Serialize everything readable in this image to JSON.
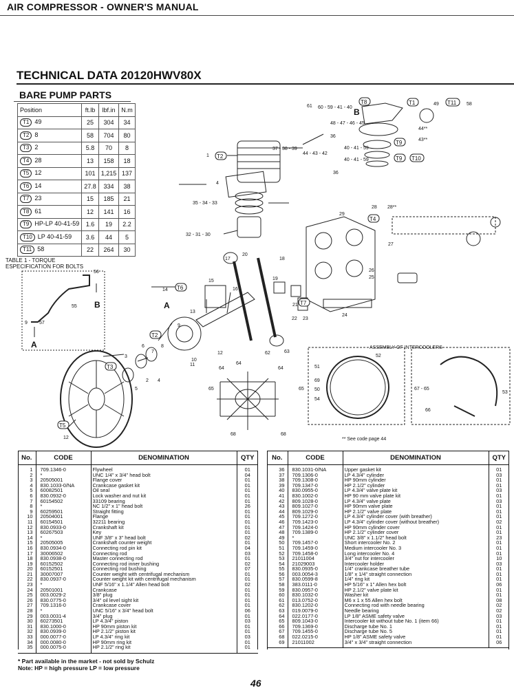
{
  "header": {
    "title": "AIR COMPRESSOR - OWNER'S MANUAL"
  },
  "section": {
    "title": "TECHNICAL DATA 20120HWV80X",
    "subtitle": "BARE PUMP PARTS"
  },
  "torque_table": {
    "headers": [
      "Position",
      "ft.lb",
      "lbf.in",
      "N.m"
    ],
    "rows": [
      {
        "badge": "T1",
        "label": "49",
        "ft": "25",
        "lbf": "304",
        "nm": "34"
      },
      {
        "badge": "T2",
        "label": "8",
        "ft": "58",
        "lbf": "704",
        "nm": "80"
      },
      {
        "badge": "T3",
        "label": "2",
        "ft": "5.8",
        "lbf": "70",
        "nm": "8"
      },
      {
        "badge": "T4",
        "label": "28",
        "ft": "13",
        "lbf": "158",
        "nm": "18"
      },
      {
        "badge": "T5",
        "label": "12",
        "ft": "101",
        "lbf": "1,215",
        "nm": "137"
      },
      {
        "badge": "T6",
        "label": "14",
        "ft": "27.8",
        "lbf": "334",
        "nm": "38"
      },
      {
        "badge": "T7",
        "label": "23",
        "ft": "15",
        "lbf": "185",
        "nm": "21"
      },
      {
        "badge": "T8",
        "label": "61",
        "ft": "12",
        "lbf": "141",
        "nm": "16"
      },
      {
        "badge": "T9",
        "label": "HP-LP 40-41-59",
        "ft": "1.6",
        "lbf": "19",
        "nm": "2.2"
      },
      {
        "badge": "T10",
        "label": "LP 40-41-59",
        "ft": "3.6",
        "lbf": "44",
        "nm": "5"
      },
      {
        "badge": "T11",
        "label": "58",
        "ft": "22",
        "lbf": "264",
        "nm": "30"
      }
    ],
    "caption_line1": "TABLE 1 - TORQUE",
    "caption_line2": "ESPECIFICATION FOR BOLTS"
  },
  "diagram": {
    "assembly_title": "ASSEMBLY OF INTERCOOLERS",
    "see_code": "** See code page 44",
    "letter_a": "A",
    "letter_b": "B",
    "callouts": {
      "c1": "1",
      "c2": "2",
      "c3": "3",
      "c4": "4",
      "c5": "5",
      "c6": "6",
      "c7": "7",
      "c8": "8",
      "c9": "9",
      "c10": "10",
      "c11": "11",
      "c12": "12",
      "c13": "13",
      "c14": "14",
      "c15": "15",
      "c16": "16",
      "c17": "17",
      "c18": "18",
      "c19": "19",
      "c20": "20",
      "c21": "21",
      "c22": "22",
      "c23": "23",
      "c24": "24",
      "c25": "25",
      "c26": "26",
      "c27": "27",
      "c28": "28",
      "c28s": "28**",
      "c29": "29",
      "c30": "32 - 31 - 30",
      "c35": "35 - 34 - 33",
      "c36a": "36",
      "c36b": "36",
      "c37": "37 - 38 - 39",
      "c40a": "40 - 41 - 59",
      "c40b": "40 - 41 - 59",
      "c44": "44 - 43 - 42",
      "c43s": "43**",
      "c44s": "44**",
      "c48": "48 - 47 - 46 - 45",
      "c60": "60 - 59 - 41 - 40",
      "c61": "61",
      "c49": "49",
      "c58": "58",
      "c51": "51",
      "c52": "52",
      "c53": "53",
      "c54": "54",
      "c55": "55",
      "c56": "56",
      "c57": "57",
      "c62": "62",
      "c63": "63",
      "c64a": "64",
      "c64b": "64",
      "c64c": "64",
      "c65": "65",
      "c66": "66",
      "c67": "67 - 65",
      "c68": "68",
      "c69": "69",
      "c50": "50"
    },
    "tags": {
      "t1": "T1",
      "t2": "T2",
      "t3": "T3",
      "t4": "T4",
      "t5": "T5",
      "t6": "T6",
      "t7": "T7",
      "t8": "T8",
      "t9a": "T9",
      "t9b": "T9",
      "t10": "T10",
      "t11": "T11"
    }
  },
  "parts_headers": {
    "no": "No.",
    "code": "CODE",
    "denomination": "DENOMINATION",
    "qty": "QTY"
  },
  "parts_left": [
    {
      "no": "1",
      "code": "709.1346-0",
      "desc": "Flywheel",
      "qty": "01"
    },
    {
      "no": "2",
      "code": "*",
      "desc": "UNC 1/4\" x 3/4\" head bolt",
      "qty": "04"
    },
    {
      "no": "3",
      "code": "20505001",
      "desc": "Flange cover",
      "qty": "01"
    },
    {
      "no": "4",
      "code": "830.1033-0/NA",
      "desc": "Crankcase gasket kit",
      "qty": "01"
    },
    {
      "no": "5",
      "code": "60082501",
      "desc": "Oil seal",
      "qty": "01"
    },
    {
      "no": "6",
      "code": "830.0932-0",
      "desc": "Lock washer and nut kit",
      "qty": "01"
    },
    {
      "no": "7",
      "code": "60154502",
      "desc": "33109 bearing",
      "qty": "01"
    },
    {
      "no": "8",
      "code": "*",
      "desc": "NC 1/2\" x 1\" head bolt",
      "qty": "26"
    },
    {
      "no": "9",
      "code": "60259501",
      "desc": "Straight fitting",
      "qty": "01"
    },
    {
      "no": "10",
      "code": "20504001",
      "desc": "Flange",
      "qty": "01"
    },
    {
      "no": "11",
      "code": "60154501",
      "desc": "32211 bearing",
      "qty": "01"
    },
    {
      "no": "12",
      "code": "830.0933-0",
      "desc": "Crankshaft kit",
      "qty": "01"
    },
    {
      "no": "13",
      "code": "60267503",
      "desc": "Key",
      "qty": "01"
    },
    {
      "no": "14",
      "code": "*",
      "desc": "UNF 3/8\" x 3\" head bolt",
      "qty": "02"
    },
    {
      "no": "15",
      "code": "20505005",
      "desc": "Crankshaft counter weight",
      "qty": "01"
    },
    {
      "no": "16",
      "code": "830.0934-0",
      "desc": "Connecting rod pin kit",
      "qty": "04"
    },
    {
      "no": "17",
      "code": "30006502",
      "desc": "Connecting rod",
      "qty": "03"
    },
    {
      "no": "18",
      "code": "830.0938-0",
      "desc": "Master connecting rod",
      "qty": "01"
    },
    {
      "no": "19",
      "code": "60152502",
      "desc": "Connecting rod inner bushing",
      "qty": "02"
    },
    {
      "no": "20",
      "code": "60152501",
      "desc": "Connecting rod bushing",
      "qty": "07"
    },
    {
      "no": "21",
      "code": "30007007",
      "desc": "Counter weight with centrifugal mechanism",
      "qty": "01"
    },
    {
      "no": "22",
      "code": "830.0937-0",
      "desc": "Counter weight kit with centrifugal mechanism",
      "qty": "01"
    },
    {
      "no": "23",
      "code": "*",
      "desc": "UNF 5/16\" x 1.1/4\" Allen head bolt",
      "qty": "02"
    },
    {
      "no": "24",
      "code": "20501001",
      "desc": "Crankcase",
      "qty": "01"
    },
    {
      "no": "25",
      "code": "003.0029-2",
      "desc": "3/8\" plug",
      "qty": "01"
    },
    {
      "no": "26",
      "code": "830.0775-0",
      "desc": "3/4\" oil level sight kit",
      "qty": "01"
    },
    {
      "no": "27",
      "code": "709.1316-0",
      "desc": "Crankcase cover",
      "qty": "01"
    },
    {
      "no": "28",
      "code": "*",
      "desc": "UNC 5/16\" x 3/4\" head bolt",
      "qty": "06"
    },
    {
      "no": "29",
      "code": "003.0031-4",
      "desc": "3/4\" plug",
      "qty": "01"
    },
    {
      "no": "30",
      "code": "60273501",
      "desc": "LP 4.3/4\" piston",
      "qty": "03"
    },
    {
      "no": "31",
      "code": "830.1000-0",
      "desc": "HP 90mm piston kit",
      "qty": "01"
    },
    {
      "no": "32",
      "code": "830.0939-0",
      "desc": "HP 2.1/2\" piston kit",
      "qty": "01"
    },
    {
      "no": "33",
      "code": "000.0077-0",
      "desc": "LP 4.3/4\" ring kit",
      "qty": "03"
    },
    {
      "no": "34",
      "code": "000.0080-0",
      "desc": "HP 90mm ring kit",
      "qty": "01"
    },
    {
      "no": "35",
      "code": "000.0075-0",
      "desc": "HP 2.1/2\" ring kit",
      "qty": "01"
    }
  ],
  "parts_right": [
    {
      "no": "36",
      "code": "830.1031-0/NA",
      "desc": "Upper gasket kit",
      "qty": "01"
    },
    {
      "no": "37",
      "code": "709.1306-0",
      "desc": "LP 4.3/4\" cylinder",
      "qty": "03"
    },
    {
      "no": "38",
      "code": "709.1308-0",
      "desc": "HP 90mm cylinder",
      "qty": "01"
    },
    {
      "no": "39",
      "code": "709.1347-0",
      "desc": "HP 2.1/2\" cylinder",
      "qty": "01"
    },
    {
      "no": "40",
      "code": "830.0955-0",
      "desc": "LP 4.3/4\" valve plate kit",
      "qty": "03"
    },
    {
      "no": "41",
      "code": "830.1002-0",
      "desc": "HP 90 mm valve plate kit",
      "qty": "01"
    },
    {
      "no": "42",
      "code": "809.1028-0",
      "desc": "LP 4.3/4\" valve plate",
      "qty": "03"
    },
    {
      "no": "43",
      "code": "809.1027-0",
      "desc": "HP 90mm valve plate",
      "qty": "01"
    },
    {
      "no": "44",
      "code": "809.1029-0",
      "desc": "HP 2.1/2\" valve plate",
      "qty": "01"
    },
    {
      "no": "45",
      "code": "709.1272-0",
      "desc": "LP 4.3/4\" cylinder cover (with breather)",
      "qty": "01"
    },
    {
      "no": "46",
      "code": "709.1423-0",
      "desc": "LP 4.3/4\" cylinder cover (without breather)",
      "qty": "02"
    },
    {
      "no": "47",
      "code": "709.1424-0",
      "desc": "HP 90mm cylinder cover",
      "qty": "01"
    },
    {
      "no": "48",
      "code": "709.1389-0",
      "desc": "HP 2.1/2\" cylinder cover",
      "qty": "01"
    },
    {
      "no": "49",
      "code": "*",
      "desc": "UNC 3/8\" x 1.1/2\" head bolt",
      "qty": "23"
    },
    {
      "no": "50",
      "code": "709.1457-0",
      "desc": "Short intercooler No. 2",
      "qty": "01"
    },
    {
      "no": "51",
      "code": "709.1459-0",
      "desc": "Medium intercooler No. 3",
      "qty": "01"
    },
    {
      "no": "52",
      "code": "709.1458-0",
      "desc": "Long intercooler No. 4",
      "qty": "01"
    },
    {
      "no": "53",
      "code": "21011004",
      "desc": "3/4\" nut for intercooler",
      "qty": "10"
    },
    {
      "no": "54",
      "code": "21029003",
      "desc": "Intercooler holder",
      "qty": "03"
    },
    {
      "no": "55",
      "code": "830.0935-0",
      "desc": "1/4\" crankcase breather tube",
      "qty": "01"
    },
    {
      "no": "56",
      "code": "003.0054-3",
      "desc": "1/8\" x 1/4\" straight connection",
      "qty": "01"
    },
    {
      "no": "57",
      "code": "830.0599-8",
      "desc": "1/4\" ring kit",
      "qty": "01"
    },
    {
      "no": "58",
      "code": "383.0111-0",
      "desc": "HP 5/16\" x 1\" Allen hex bolt",
      "qty": "06"
    },
    {
      "no": "59",
      "code": "830.0957-0",
      "desc": "HP 2.1/2\" valve plate kit",
      "qty": "01"
    },
    {
      "no": "60",
      "code": "830.1032-0",
      "desc": "Washer kit",
      "qty": "01"
    },
    {
      "no": "61",
      "code": "013.0752-0",
      "desc": "M6 x 1 x 55 Allen hex bolt",
      "qty": "08"
    },
    {
      "no": "62",
      "code": "830.1202-0",
      "desc": "Connecting rod with needle bearing",
      "qty": "02"
    },
    {
      "no": "63",
      "code": "019.0079-0",
      "desc": "Needle bearing",
      "qty": "02"
    },
    {
      "no": "64",
      "code": "022.0177-0",
      "desc": "LP 1/8\" ASME safety valve",
      "qty": "03"
    },
    {
      "no": "65",
      "code": "809.1043-0",
      "desc": "Intercooler kit without tube No. 1 (item 66)",
      "qty": "01"
    },
    {
      "no": "66",
      "code": "709.1369-0",
      "desc": "Discharge tube No. 1",
      "qty": "01"
    },
    {
      "no": "67",
      "code": "709.1455-0",
      "desc": "Discharge tube No. 5",
      "qty": "01"
    },
    {
      "no": "68",
      "code": "022.0215-0",
      "desc": "HP 1/8\" ASME safety valve",
      "qty": "01"
    },
    {
      "no": "69",
      "code": "21011002",
      "desc": "3/4\" x 3/4\" straight connection",
      "qty": "06"
    }
  ],
  "footnote": {
    "line1": "* Part available in the market - not sold by Schulz",
    "line2": "Note:  HP = high pressure  LP = low pressure"
  },
  "page_number": "46"
}
